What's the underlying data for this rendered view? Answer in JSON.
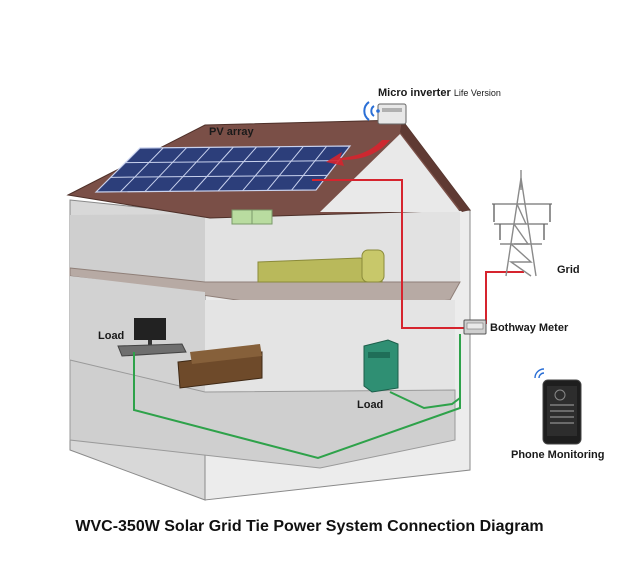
{
  "labels": {
    "micro_inverter": "Micro inverter",
    "life_version": "Life Version",
    "pv_array": "PV array",
    "grid": "Grid",
    "bothway_meter": "Bothway Meter",
    "load_left": "Load",
    "load_right": "Load",
    "phone_monitoring": "Phone Monitoring"
  },
  "caption": "WVC-350W Solar Grid Tie Power System Connection Diagram",
  "colors": {
    "roof": "#7a4f47",
    "wall": "#e6e6e6",
    "interior": "#dedede",
    "floor": "#b7aaa4",
    "panel": "#2c3e7a",
    "dc_wire": "#d6242e",
    "ac_wire": "#2ea24a",
    "sofa": "#6e4a2a",
    "bed": "#b9b95b",
    "cabinet": "#2f8f73",
    "window": "#b9dca0"
  }
}
